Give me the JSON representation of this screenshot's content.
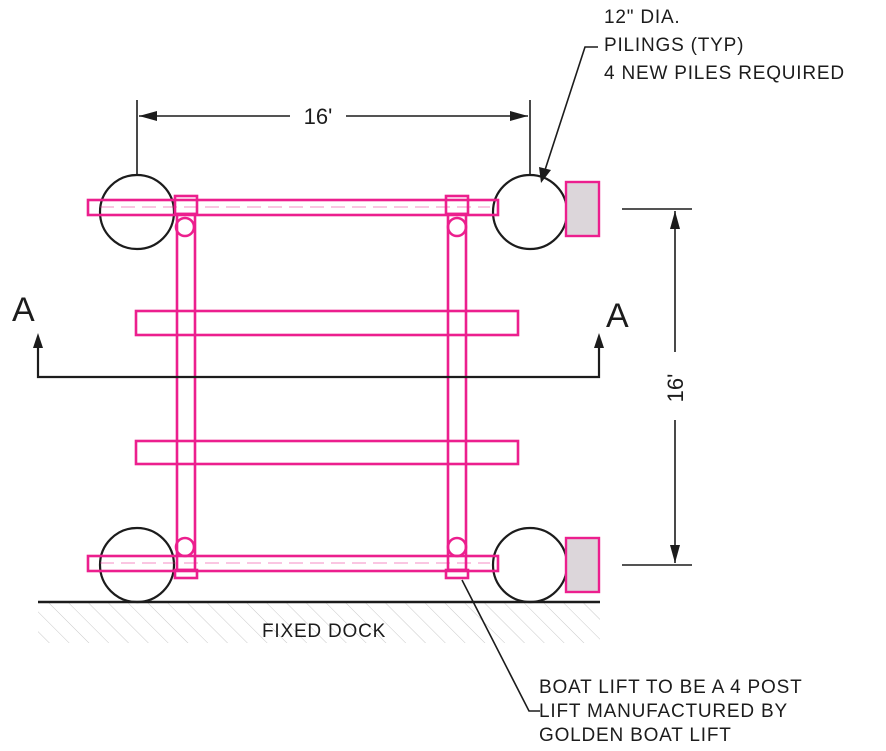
{
  "drawing": {
    "piling_note": {
      "line1": "12\" DIA.",
      "line2": "PILINGS (TYP)",
      "line3": "4 NEW PILES REQUIRED"
    },
    "dim_horizontal": "16'",
    "dim_vertical": "16'",
    "section_mark_left": "A",
    "section_mark_right": "A",
    "dock_label": "FIXED DOCK",
    "lift_note": {
      "line1": "BOAT LIFT TO BE A 4 POST",
      "line2": "LIFT MANUFACTURED  BY",
      "line3": "GOLDEN BOAT LIFT"
    },
    "colors": {
      "ink": "#1c1c1c",
      "lift_frame": "#ec1f8e",
      "block_fill": "#dcd6da"
    }
  }
}
